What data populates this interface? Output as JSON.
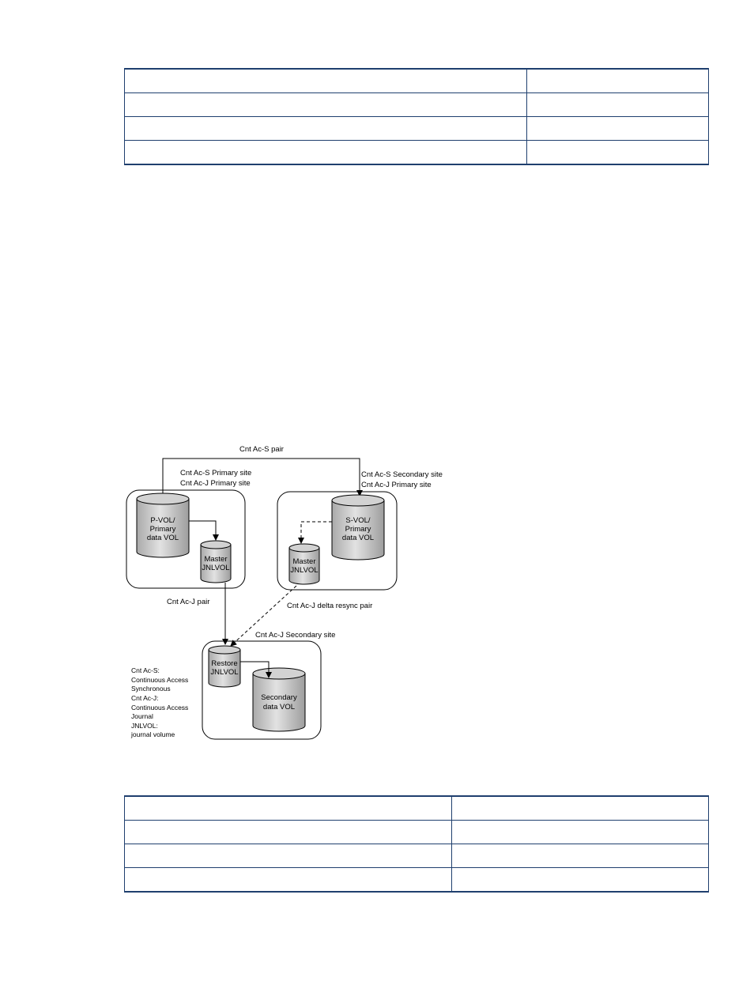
{
  "table_top": {
    "rows": [
      [
        "",
        ""
      ],
      [
        "",
        ""
      ],
      [
        "",
        ""
      ],
      [
        "",
        ""
      ]
    ]
  },
  "table_bottom": {
    "rows": [
      [
        "",
        ""
      ],
      [
        "",
        ""
      ],
      [
        "",
        ""
      ],
      [
        "",
        ""
      ]
    ]
  },
  "diagram": {
    "cnt_acs_pair": "Cnt Ac-S pair",
    "primary_site_line1": "Cnt Ac-S Primary site",
    "primary_site_line2": "Cnt Ac-J Primary site",
    "secondary_site_line1": "Cnt Ac-S Secondary site",
    "secondary_site_line2": "Cnt Ac-J  Primary site",
    "pvol_line1": "P-VOL/",
    "pvol_line2": "Primary",
    "pvol_line3": "data VOL",
    "svol_line1": "S-VOL/",
    "svol_line2": "Primary",
    "svol_line3": "data VOL",
    "master1_line1": "Master",
    "master1_line2": "JNLVOL",
    "master2_line1": "Master",
    "master2_line2": "JNLVOL",
    "cnt_acj_pair": "Cnt Ac-J  pair",
    "delta_resync_pair": "Cnt Ac-J  delta resync pair",
    "acj_secondary_site": "Cnt Ac-J  Secondary site",
    "restore_line1": "Restore",
    "restore_line2": "JNLVOL",
    "secondary_line1": "Secondary",
    "secondary_line2": "data VOL",
    "legend": [
      "Cnt Ac-S:",
      "Continuous Access",
      "Synchronous",
      "Cnt Ac-J:",
      "Continuous Access",
      "Journal",
      "JNLVOL:",
      "journal volume"
    ]
  }
}
